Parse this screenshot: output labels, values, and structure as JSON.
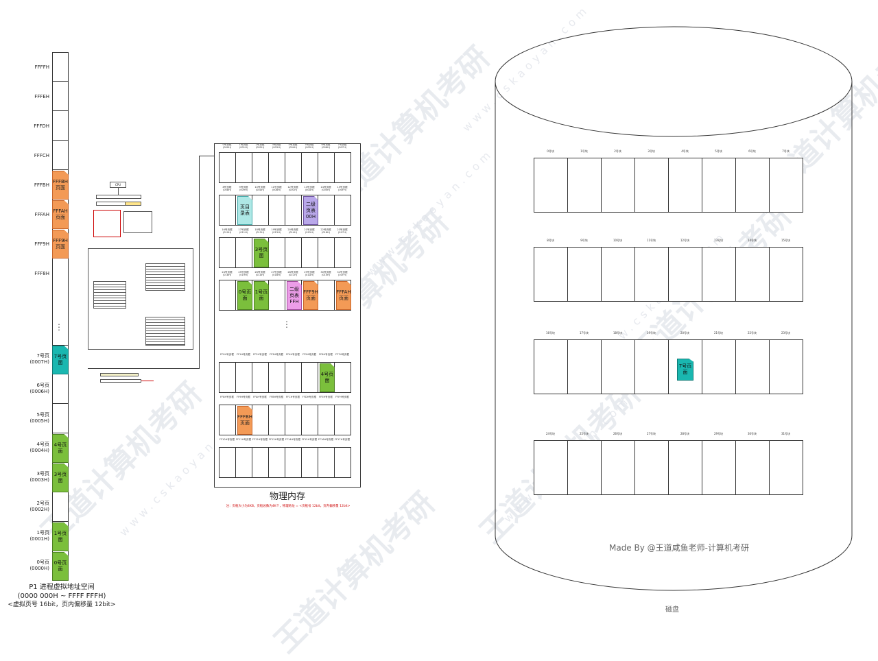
{
  "virtual_space": {
    "top_rows": [
      "FFFFH",
      "FFFEH",
      "FFFDH",
      "FFFCH",
      "FFFBH",
      "FFFAH",
      "FFF9H",
      "FFF8H"
    ],
    "top_pages": [
      {
        "row": 4,
        "label": "FFFBH\n页面",
        "color": "orange"
      },
      {
        "row": 5,
        "label": "FFFAH\n页面",
        "color": "orange"
      },
      {
        "row": 6,
        "label": "FFF9H\n页面",
        "color": "orange"
      }
    ],
    "ellipsis": "⋮",
    "bottom_rows": [
      "7号页\n(0007H)",
      "6号页\n(0006H)",
      "5号页\n(0005H)",
      "4号页\n(0004H)",
      "3号页\n(0003H)",
      "2号页\n(0002H)",
      "1号页\n(0001H)",
      "0号页\n(0000H)"
    ],
    "bottom_pages": [
      {
        "row": 0,
        "label": "7号页\n面",
        "color": "cyan"
      },
      {
        "row": 3,
        "label": "4号页\n面",
        "color": "green"
      },
      {
        "row": 4,
        "label": "3号页\n面",
        "color": "green"
      },
      {
        "row": 6,
        "label": "1号页\n面",
        "color": "green"
      },
      {
        "row": 7,
        "label": "0号页\n面",
        "color": "green"
      }
    ],
    "caption_line1": "P1 进程虚拟地址空间",
    "caption_line2": "(0000 000H ~ FFFF FFFH)",
    "caption_line3": "<虚拟页号 16bit，页内偏移量 12bit>"
  },
  "cpu": {
    "label": "CPU"
  },
  "physical_memory": {
    "title": "物理内存",
    "note": "注：页框大小为4KB，页框总数为4K个，物理地址 = <页框号 12bit，页内偏移量 12bit>",
    "ellipsis": "⋮",
    "row_headers": [
      [
        "0号页框\n(000H)",
        "1号页框\n(001H)",
        "2号页框\n(002H)",
        "3号页框\n(003H)",
        "4号页框\n(004H)",
        "5号页框\n(005H)",
        "6号页框\n(006H)",
        "7号页框\n(007H)"
      ],
      [
        "8号页框\n(008H)",
        "9号页框\n(009H)",
        "10号页框\n(00AH)",
        "11号页框\n(00BH)",
        "12号页框\n(00CH)",
        "13号页框\n(00DH)",
        "14号页框\n(00EH)",
        "15号页框\n(00FH)"
      ],
      [
        "16号页框\n(010H)",
        "17号页框\n(011H)",
        "18号页框\n(012H)",
        "19号页框\n(013H)",
        "20号页框\n(014H)",
        "21号页框\n(015H)",
        "22号页框\n(016H)",
        "23号页框\n(017H)"
      ],
      [
        "24号页框\n(018H)",
        "25号页框\n(019H)",
        "26号页框\n(01AH)",
        "27号页框\n(01BH)",
        "28号页框\n(01CH)",
        "29号页框\n(01DH)",
        "30号页框\n(01EH)",
        "31号页框\n(01FH)"
      ],
      [
        "FF0H号页框",
        "FF1H号页框",
        "FF2H号页框",
        "FF3H号页框",
        "FF4H号页框",
        "FF5H号页框",
        "FF6H号页框",
        "FF7H号页框"
      ],
      [
        "FF8H号页框",
        "FF9H号页框",
        "FFAH号页框",
        "FFBH号页框",
        "FFCH号页框",
        "FFDH号页框",
        "FFEH号页框",
        "FFFH号页框"
      ],
      [
        "FF10H号页框",
        "FF11H号页框",
        "FF12H号页框",
        "FF13H号页框",
        "FF14H号页框",
        "FF15H号页框",
        "FF16H号页框",
        "FF17H号页框"
      ]
    ],
    "pages": [
      {
        "row": 1,
        "col": 1,
        "label": "页目\n录表",
        "color": "ltcyan"
      },
      {
        "row": 1,
        "col": 5,
        "label": "二级\n页表\n00H",
        "color": "ltpurple"
      },
      {
        "row": 2,
        "col": 2,
        "label": "3号页\n面",
        "color": "green"
      },
      {
        "row": 3,
        "col": 1,
        "label": "0号页\n面",
        "color": "green"
      },
      {
        "row": 3,
        "col": 2,
        "label": "1号页\n面",
        "color": "green"
      },
      {
        "row": 3,
        "col": 4,
        "label": "二级\n页表\nFFH",
        "color": "pink"
      },
      {
        "row": 3,
        "col": 5,
        "label": "FFF9H\n页面",
        "color": "orange"
      },
      {
        "row": 3,
        "col": 7,
        "label": "FFFAH\n页面",
        "color": "orange"
      },
      {
        "row": 4,
        "col": 6,
        "label": "4号页\n面",
        "color": "green"
      },
      {
        "row": 5,
        "col": 1,
        "label": "FFFBH\n页面",
        "color": "orange"
      }
    ]
  },
  "disk": {
    "caption": "磁盘",
    "made_by": "Made By @王道咸鱼老师-计算机考研",
    "row_headers": [
      [
        "0号块",
        "1号块",
        "2号块",
        "3号块",
        "4号块",
        "5号块",
        "6号块",
        "7号块"
      ],
      [
        "8号块",
        "9号块",
        "10号块",
        "11号块",
        "12号块",
        "13号块",
        "14号块",
        "15号块"
      ],
      [
        "16号块",
        "17号块",
        "18号块",
        "19号块",
        "20号块",
        "21号块",
        "22号块",
        "23号块"
      ],
      [
        "24号块",
        "25号块",
        "26号块",
        "27号块",
        "28号块",
        "29号块",
        "30号块",
        "31号块"
      ]
    ],
    "pages": [
      {
        "row": 2,
        "col": 4,
        "label": "7号页\n面",
        "color": "cyan"
      }
    ]
  },
  "watermark": {
    "text": "王道计算机考研",
    "url_text": "www.cskaoyan.com"
  }
}
